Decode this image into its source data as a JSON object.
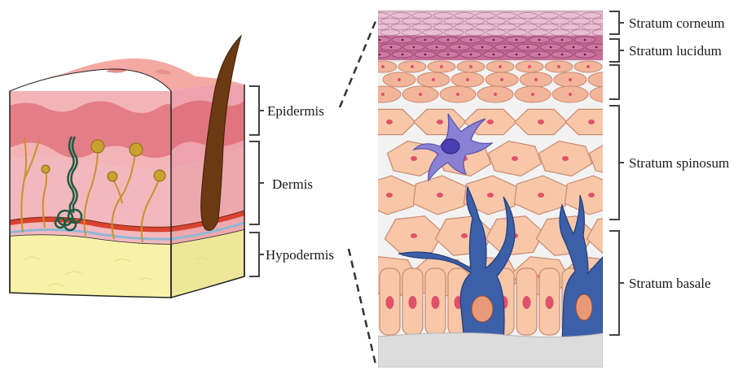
{
  "figure": {
    "skin_block_labels": {
      "epidermis": "Epidermis",
      "dermis": "Dermis",
      "hypodermis": "Hypodermis"
    },
    "epidermis_layer_labels": {
      "corneum": "Stratum corneum",
      "lucidum": "Stratum lucidum",
      "spinosum": "Stratum spinosum",
      "basale": "Stratum basale"
    },
    "colors": {
      "skin_top": "#f4a9a2",
      "epidermis_band": "#e57d87",
      "dermis": "#f2b8bd",
      "hypodermis": "#f8f2a8",
      "hair": "#6b3a12",
      "nerve": "#c8912e",
      "gland": "#2e7d5b",
      "artery": "#d9432f",
      "vein": "#8fb7d6",
      "corneum": "#e3b6cc",
      "lucidum": "#c56c95",
      "granulosum": "#f2b59a",
      "keratinocyte": "#f7c7a8",
      "nucleus": "#e0526a",
      "melanocyte": "#3b5fa8",
      "langerhans": "#8a80d4",
      "basement": "#d8d8d8"
    }
  }
}
